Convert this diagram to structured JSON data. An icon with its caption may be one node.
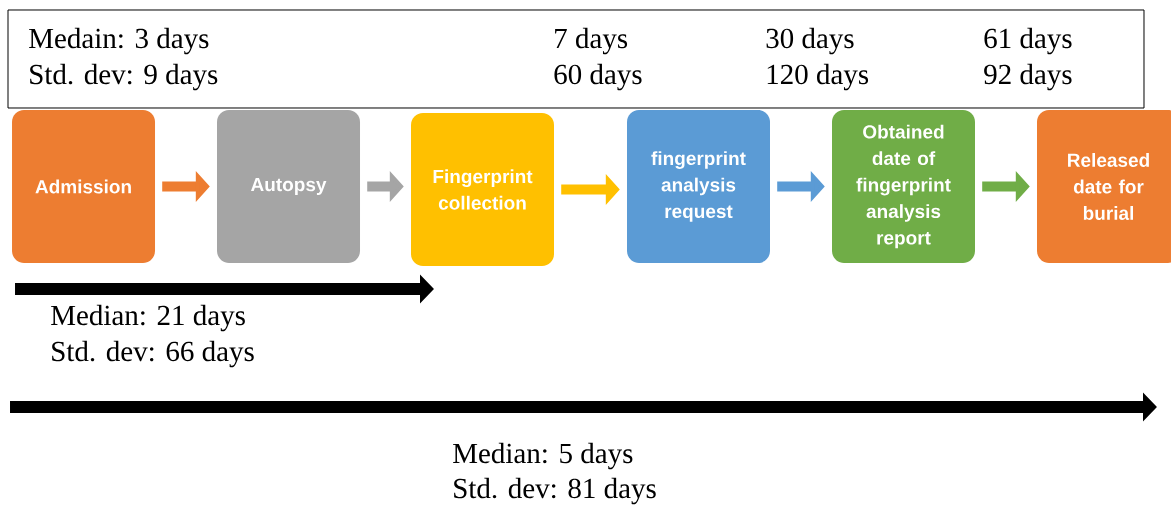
{
  "diagram": {
    "nodes": [
      {
        "text": [
          "Medain: 3 days",
          "Std. dev: 9 days",
          "7 days",
          "60 days",
          "30 days",
          "120 days",
          "61 days",
          "92 days"
        ]
      },
      {
        "text": [
          "Admission"
        ]
      },
      {
        "text": [
          "Autopsy"
        ]
      },
      {
        "text": [
          "Fingerprint collection"
        ]
      },
      {
        "text": [
          "fingerprint analysis request"
        ]
      },
      {
        "text": [
          "Obtained date of fingerprint analysis report"
        ]
      },
      {
        "text": [
          "Released date for burial"
        ]
      }
    ],
    "edges": [
      {
        "from": 1,
        "to": 2,
        "arrow": "to",
        "color": "#ed7d31"
      },
      {
        "from": 2,
        "to": 3,
        "arrow": "to",
        "color": "#a5a5a5"
      },
      {
        "from": 3,
        "to": 4,
        "arrow": "to",
        "color": "#ffc000"
      },
      {
        "from": 4,
        "to": 5,
        "arrow": "to",
        "color": "#5b9bd5"
      },
      {
        "from": 5,
        "to": 6,
        "arrow": "to",
        "color": "#70ad47"
      }
    ],
    "labels": [
      "Median: 21 days",
      "Std. dev: 66 days",
      "Median: 5 days",
      "Std. dev: 81 days"
    ]
  }
}
